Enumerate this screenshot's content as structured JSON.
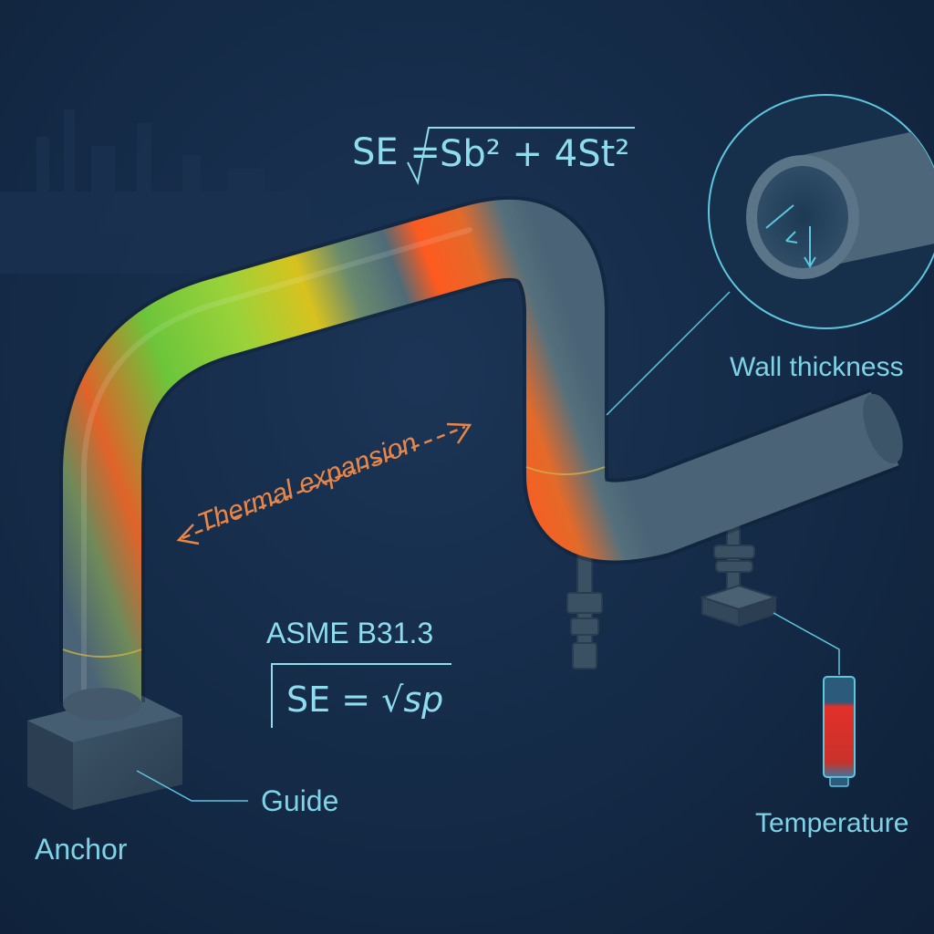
{
  "formula_top": {
    "lhs": "SE",
    "rhs": "Sb² + 4St²"
  },
  "standard": {
    "label": "ASME B31.3"
  },
  "formula_bottom": {
    "lhs": "SE",
    "rhs": "sp"
  },
  "labels": {
    "thermal_expansion": "Thermal expansion",
    "wall_thickness": "Wall thickness",
    "guide": "Guide",
    "anchor": "Anchor",
    "temperature": "Temperature"
  },
  "colors": {
    "background": "#13263f",
    "accent_cyan": "#7fd3e6",
    "arrow_orange": "#e8864a",
    "stress_hot": "#ff5a1f",
    "stress_mid": "#d8c21e",
    "stress_cool": "#5ac83a",
    "pipe_steel": "#4a6376"
  }
}
